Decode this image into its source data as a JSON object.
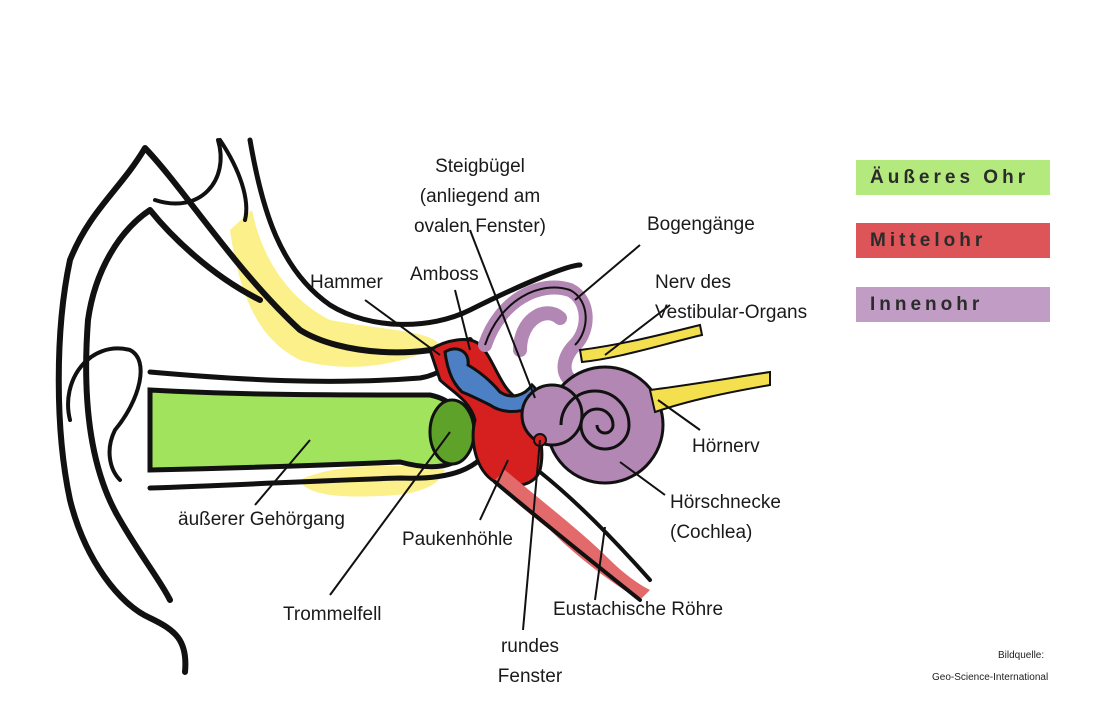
{
  "colors": {
    "outer_ear": "#b4ea7d",
    "middle_ear": "#dd5558",
    "inner_ear": "#c19cc4",
    "canal_green": "#a1e35c",
    "bone_yellow": "#fbf08a",
    "nerve_yellow": "#f4e04e",
    "ossicle_blue": "#4d7fc4",
    "cavity_red": "#d61f1f",
    "labyrinth_purple": "#b287b4"
  },
  "legend": [
    {
      "label": "Äußeres Ohr",
      "color": "#b4ea7d"
    },
    {
      "label": "Mittelohr",
      "color": "#dd5558"
    },
    {
      "label": "Innenohr",
      "color": "#c19cc4"
    }
  ],
  "labels": {
    "steigbuegel": [
      "Steigbügel",
      "(anliegend am",
      "ovalen Fenster)"
    ],
    "hammer": "Hammer",
    "amboss": "Amboss",
    "bogengaenge": "Bogengänge",
    "nerv_vestibular": [
      "Nerv des",
      "Vestibular-Organs"
    ],
    "hoernerv": "Hörnerv",
    "hoerschnecke": [
      "Hörschnecke",
      "(Cochlea)"
    ],
    "gehoergang": "äußerer Gehörgang",
    "paukenhoehle": "Paukenhöhle",
    "trommelfell": "Trommelfell",
    "eustachische": "Eustachische Röhre",
    "rundes_fenster": [
      "rundes",
      "Fenster"
    ]
  },
  "credit": [
    "Bildquelle:",
    "Geo-Science-International"
  ]
}
